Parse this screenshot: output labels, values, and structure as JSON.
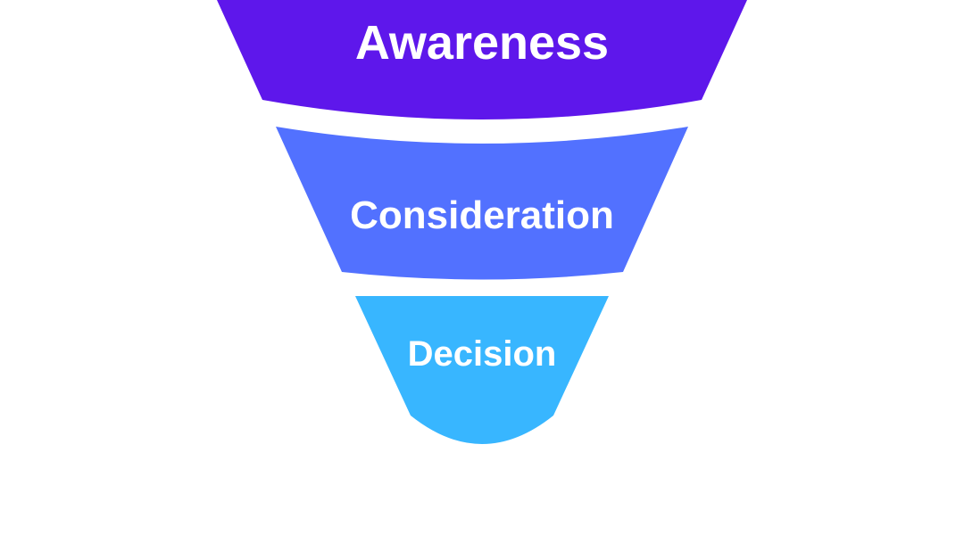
{
  "diagram": {
    "type": "funnel",
    "stages": [
      {
        "label": "Awareness",
        "color": "#5e17eb"
      },
      {
        "label": "Consideration",
        "color": "#5271ff"
      },
      {
        "label": "Decision",
        "color": "#38b6ff"
      }
    ]
  },
  "colors": {
    "background": "#ffffff",
    "label_text": "#ffffff"
  }
}
